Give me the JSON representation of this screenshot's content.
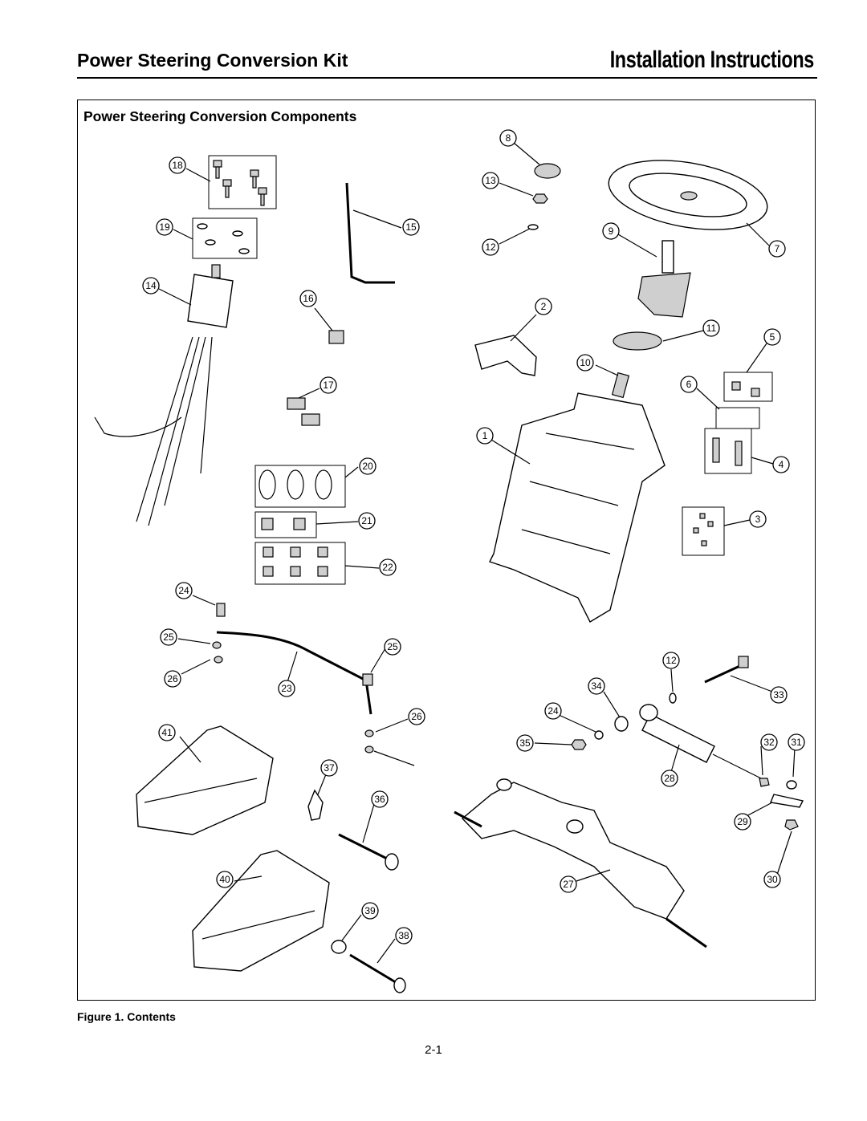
{
  "header": {
    "left_title": "Power Steering Conversion Kit",
    "right_title": "Installation Instructions"
  },
  "figure": {
    "title": "Power Steering Conversion Components",
    "caption": "Figure 1.  Contents",
    "callouts": [
      "8",
      "13",
      "9",
      "7",
      "12",
      "2",
      "11",
      "5",
      "10",
      "6",
      "1",
      "4",
      "3",
      "18",
      "19",
      "15",
      "14",
      "16",
      "17",
      "20",
      "21",
      "22",
      "24",
      "25",
      "26",
      "23",
      "41",
      "37",
      "36",
      "40",
      "39",
      "38",
      "12",
      "34",
      "33",
      "35",
      "32",
      "31",
      "28",
      "29",
      "27",
      "30",
      "24",
      "25",
      "26"
    ]
  },
  "footer": {
    "page_number": "2-1"
  }
}
